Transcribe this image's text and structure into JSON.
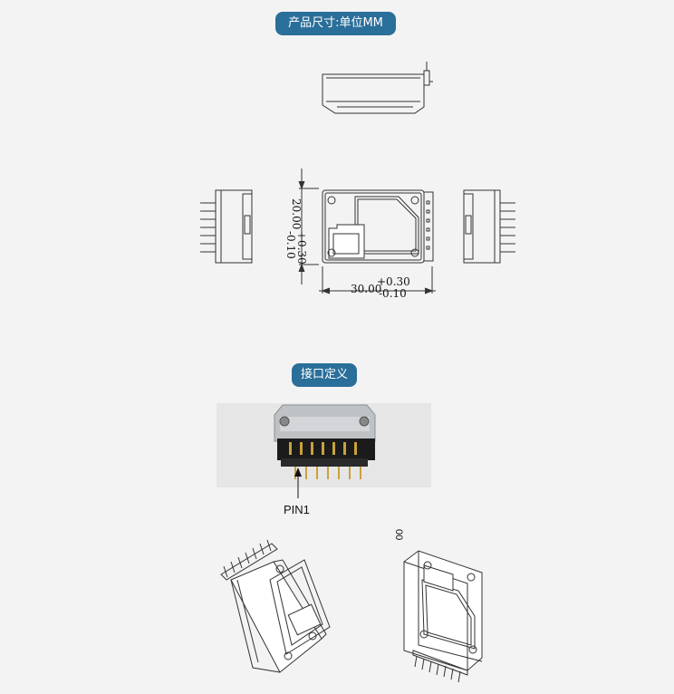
{
  "section_size": {
    "title": "产品尺寸:单位MM"
  },
  "dimensions": {
    "height_value": "20.00",
    "height_tol_plus": "+0.30",
    "height_tol_minus": "-0.10",
    "width_value": "30.00",
    "width_tol_plus": "+0.30",
    "width_tol_minus": "-0.10"
  },
  "section_interface": {
    "title": "接口定义"
  },
  "photo": {
    "pin_label": "PIN1"
  },
  "iso_right": {
    "label": "00"
  }
}
